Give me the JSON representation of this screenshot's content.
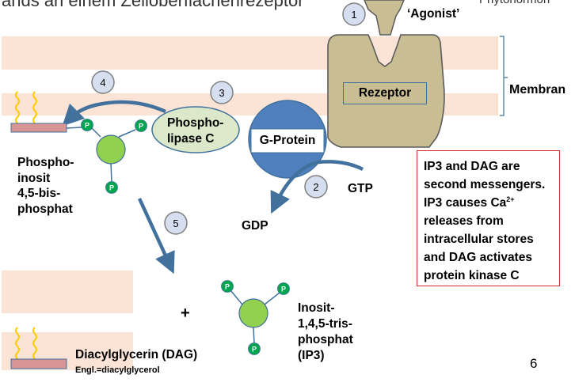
{
  "slide": {
    "title_fragment": "ands an einem Zelloberflächenrezeptor",
    "corner_fragment": "Phytohormon",
    "page_number": "6"
  },
  "labels": {
    "agonist": "‘Agonist’",
    "rezeptor": "Rezeptor",
    "membran": "Membran",
    "phospholipase": "Phospho-\nlipase C",
    "g_protein": "G-Protein",
    "gtp": "GTP",
    "gdp": "GDP",
    "pip2": "Phospho-\ninosit\n4,5-bis-\nphosphat",
    "ip3": "Inosit-\n1,4,5-tris-\nphosphat\n(IP3)",
    "dag": "Diacylglycerin (DAG)",
    "dag_english": "Engl.=diacylglycerol",
    "plus": "+",
    "phosphate": "P"
  },
  "steps": [
    "1",
    "2",
    "3",
    "4",
    "5"
  ],
  "info_box": {
    "line1": "IP3 and DAG are",
    "line2": "second messengers.",
    "line3_pre": "IP3 causes Ca",
    "line3_sup": "2+",
    "line4": "releases from",
    "line5": "intracellular stores",
    "line6": "and DAG activates",
    "line7": "protein kinase C"
  },
  "colors": {
    "membrane": "#fbe4d6",
    "receptor": "#c8bd93",
    "g_protein": "#4f80bd",
    "lipase": "#dbe8c9",
    "inositol": "#92d050",
    "phosphate": "#00a54f",
    "step_circle": "#d5dff0",
    "lipid_bar": "#d99594",
    "lipid_tail": "#ffcc00",
    "arrow": "#41719c",
    "info_border": "#d82a2a"
  }
}
